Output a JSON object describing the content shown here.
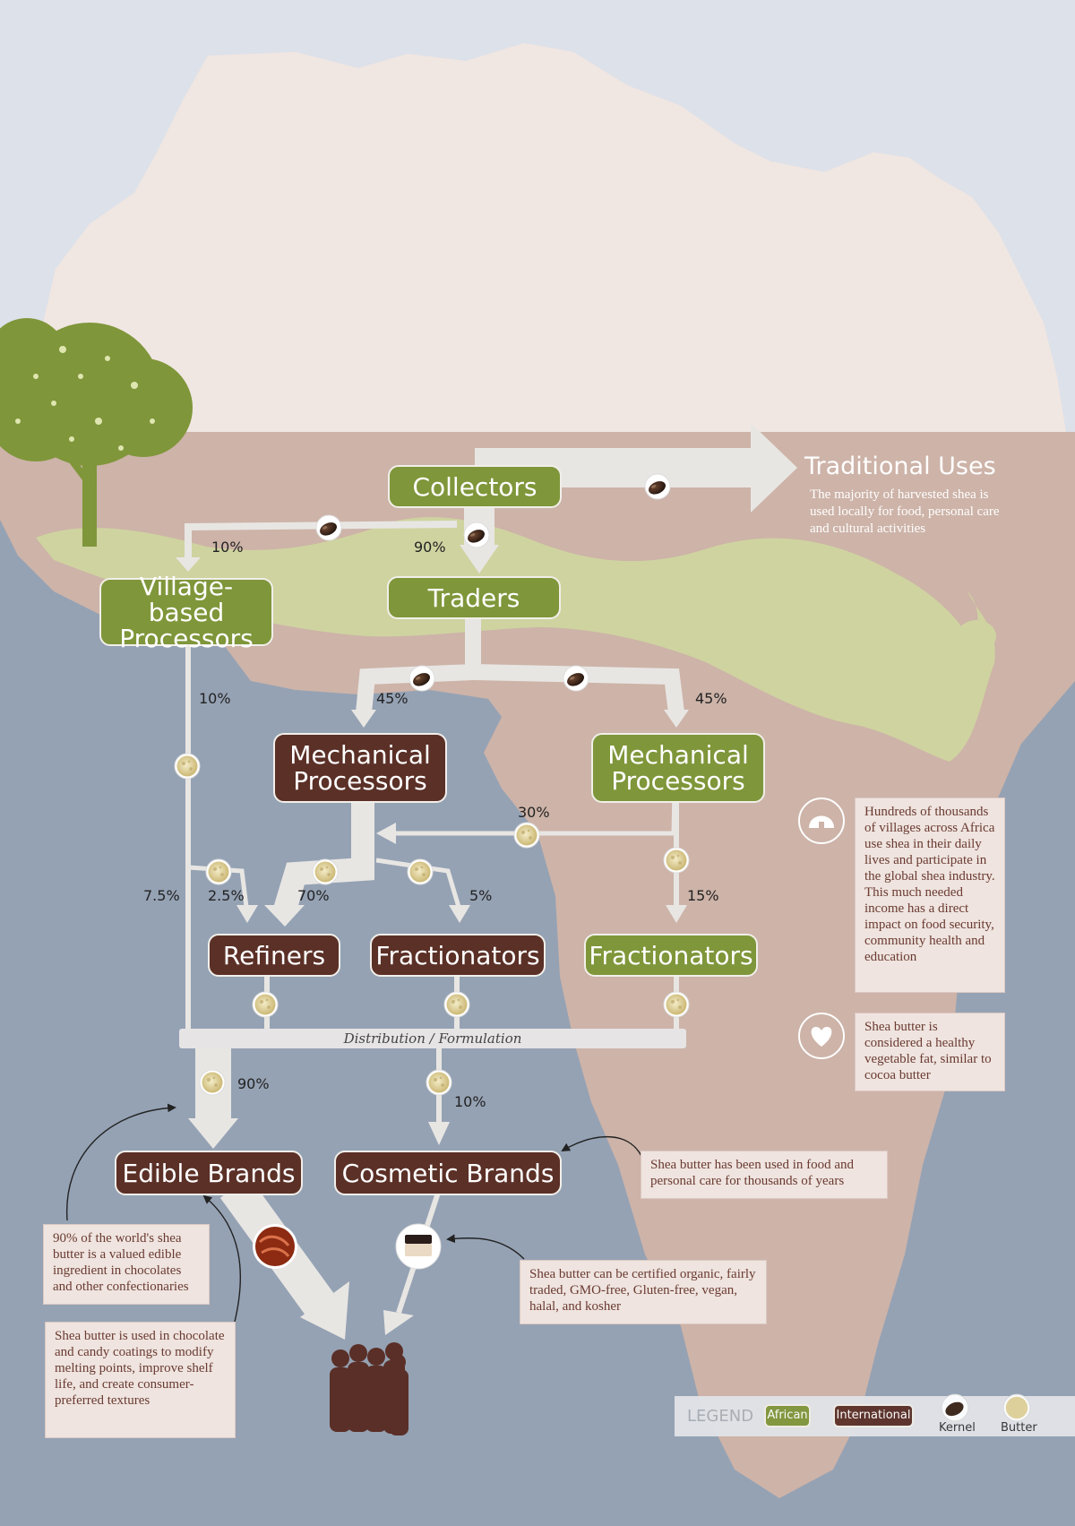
{
  "nodes": {
    "collectors": "Collectors",
    "traders": "Traders",
    "village_processors": "Village-based Processors",
    "mech_processors_intl": "Mechanical Processors",
    "mech_processors_african": "Mechanical Processors",
    "refiners": "Refiners",
    "fractionators_intl": "Fractionators",
    "fractionators_african": "Fractionators",
    "edible_brands": "Edible Brands",
    "cosmetic_brands": "Cosmetic Brands"
  },
  "flows": {
    "collectors_to_village": "10%",
    "collectors_to_traders": "90%",
    "village_down": "10%",
    "traders_to_intl_mech": "45%",
    "traders_to_african_mech": "45%",
    "african_mech_to_intl": "30%",
    "village_to_distribution": "7.5%",
    "village_to_refiners": "2.5%",
    "mech_to_refiners": "70%",
    "mech_to_fractionators": "5%",
    "african_mech_to_fractionators": "15%",
    "to_edible": "90%",
    "to_cosmetic": "10%"
  },
  "distribution_label": "Distribution / Formulation",
  "traditional_uses": {
    "title": "Traditional Uses",
    "description": "The majority of harvested shea is used locally for food, personal care and cultural activities"
  },
  "notes": {
    "villages": "Hundreds of thousands of villages across Africa use shea in their daily lives and participate in the global shea industry. This much needed income has a direct impact on food security, community health and education",
    "healthy": "Shea butter is considered a healthy vegetable fat, similar to cocoa butter",
    "history": "Shea butter has been used in food and personal care for thousands of years",
    "edible_share": "90% of the world's shea butter is a valued edible ingredient in chocolates and other confectionaries",
    "chocolate": "Shea butter is used in chocolate and candy coatings to modify melting points, improve shelf life, and create consumer-preferred textures",
    "certified": "Shea butter can be certified organic, fairly traded, GMO-free, Gluten-free, vegan, halal, and kosher"
  },
  "legend": {
    "title": "LEGEND",
    "african": "African",
    "international": "International",
    "kernel": "Kernel",
    "butter": "Butter"
  },
  "colors": {
    "african": "#7f963a",
    "international": "#5b3027",
    "flow": "#e8e6e3",
    "africa_land": "#cdb3a8",
    "africa_land_top": "#f0e6e2",
    "shea_belt": "#cfd3a0",
    "ocean": "#95a2b4",
    "sky": "#dde1e9"
  },
  "icons": {
    "kernel": "kernel-icon",
    "butter": "butter-icon",
    "tree": "shea-tree-icon",
    "hut": "hut-icon",
    "heart": "heart-icon",
    "people": "consumers-icon",
    "chocolate": "chocolate-icon",
    "cream": "cream-jar-icon"
  }
}
